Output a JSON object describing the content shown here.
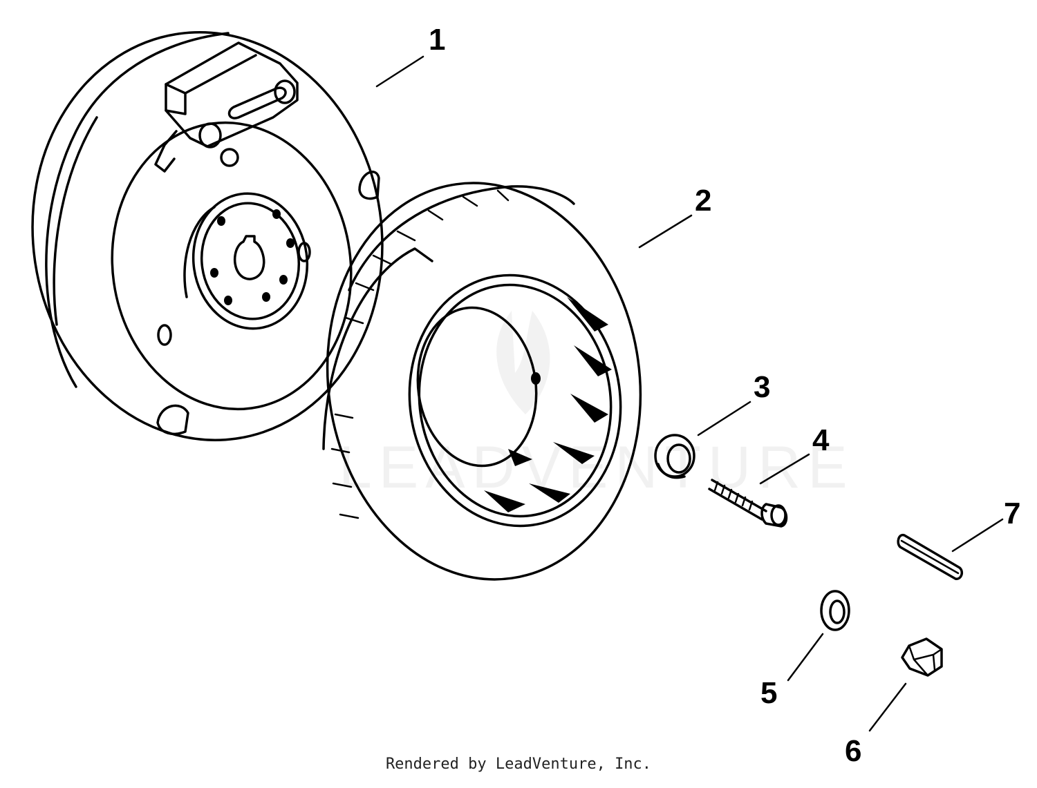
{
  "watermark": "LEADVENTURE",
  "footer_text": "Rendered by LeadVenture, Inc.",
  "callouts": [
    {
      "number": "1",
      "part": "flywheel"
    },
    {
      "number": "2",
      "part": "fan"
    },
    {
      "number": "3",
      "part": "washer"
    },
    {
      "number": "4",
      "part": "screw"
    },
    {
      "number": "5",
      "part": "washer"
    },
    {
      "number": "6",
      "part": "nut"
    },
    {
      "number": "7",
      "part": "key"
    }
  ]
}
